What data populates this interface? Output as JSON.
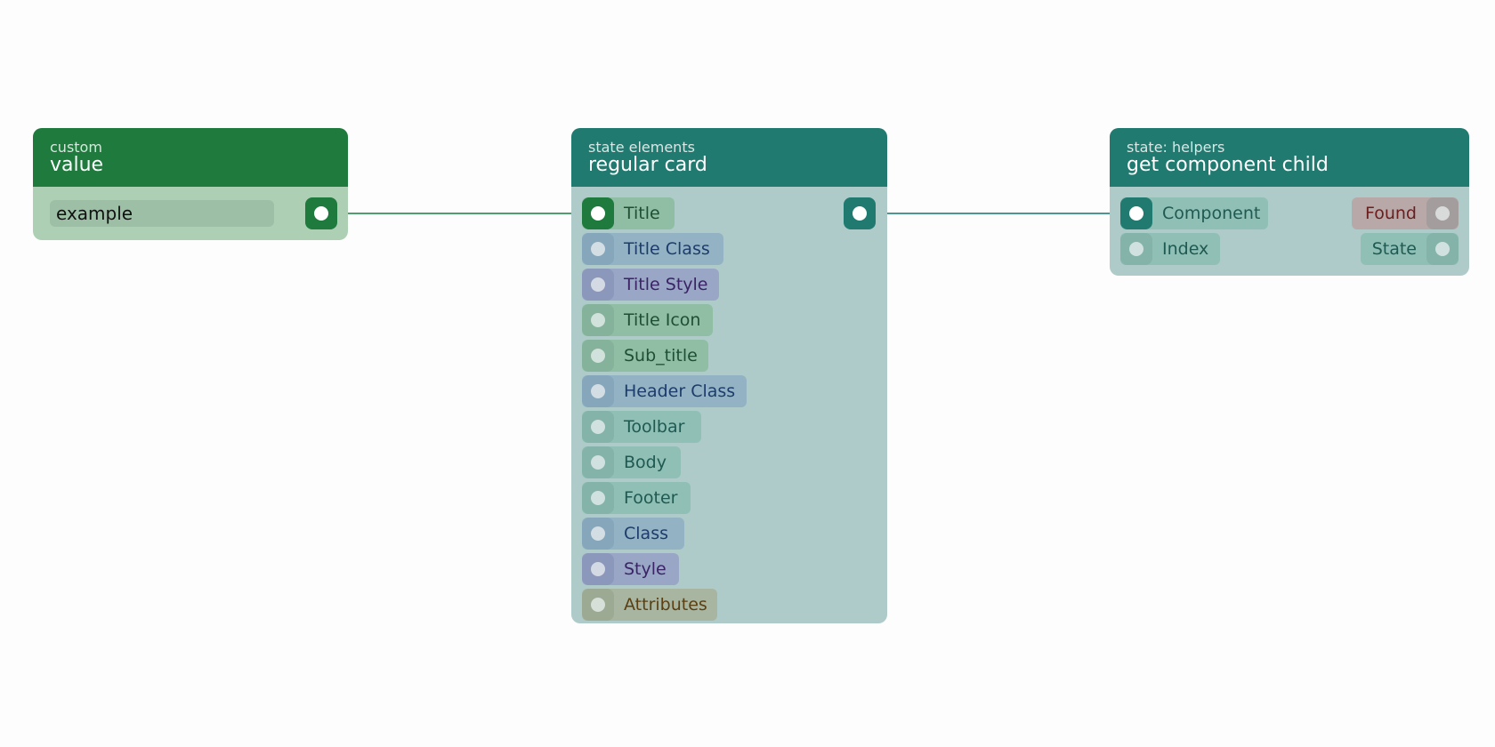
{
  "colors": {
    "value_header": "#1e7a3d",
    "value_body": "#add0b5",
    "teal_header": "#217a70",
    "teal_body": "#aecbc9",
    "wire_green": "#4f9e6e",
    "wire_teal": "#4c978f"
  },
  "nodes": {
    "value": {
      "category": "custom",
      "title": "value",
      "field_value": "example"
    },
    "card": {
      "category": "state elements",
      "title": "regular card",
      "inputs": [
        {
          "label": "Title",
          "connected": true,
          "pill": "#8fbea5",
          "wrap": "#1e7a3d",
          "text": "#1f4f33",
          "width": 104
        },
        {
          "label": "Title Class",
          "connected": false,
          "pill": "#93b3c4",
          "wrap": "#86a7bb",
          "text": "#1d3c6b",
          "width": 159
        },
        {
          "label": "Title Style",
          "connected": false,
          "pill": "#9aa6c6",
          "wrap": "#8c98bb",
          "text": "#3a2466",
          "width": 154
        },
        {
          "label": "Title Icon",
          "connected": false,
          "pill": "#8fbea5",
          "wrap": "#84b29a",
          "text": "#1f4f33",
          "width": 147
        },
        {
          "label": "Sub_title",
          "connected": false,
          "pill": "#8fbea5",
          "wrap": "#84b29a",
          "text": "#1f4f33",
          "width": 142
        },
        {
          "label": "Header Class",
          "connected": false,
          "pill": "#93b3c4",
          "wrap": "#86a7bb",
          "text": "#1d3c6b",
          "width": 185
        },
        {
          "label": "Toolbar",
          "connected": false,
          "pill": "#8fbfb5",
          "wrap": "#84b3aa",
          "text": "#1f5a52",
          "width": 134
        },
        {
          "label": "Body",
          "connected": false,
          "pill": "#8fbfb5",
          "wrap": "#84b3aa",
          "text": "#1f5a52",
          "width": 111
        },
        {
          "label": "Footer",
          "connected": false,
          "pill": "#8fbfb5",
          "wrap": "#84b3aa",
          "text": "#1f5a52",
          "width": 122
        },
        {
          "label": "Class",
          "connected": false,
          "pill": "#93b3c4",
          "wrap": "#86a7bb",
          "text": "#1d3c6b",
          "width": 115
        },
        {
          "label": "Style",
          "connected": false,
          "pill": "#9aa6c6",
          "wrap": "#8c98bb",
          "text": "#3a2466",
          "width": 109
        },
        {
          "label": "Attributes",
          "connected": false,
          "pill": "#a8b5a0",
          "wrap": "#9caa94",
          "text": "#5a3f12",
          "width": 152
        }
      ]
    },
    "helper": {
      "category": "state: helpers",
      "title": "get component child",
      "inputs": [
        {
          "label": "Component",
          "connected": true,
          "pill": "#8fbfb5",
          "wrap": "#217a70",
          "text": "#1f5a52",
          "width": 166
        },
        {
          "label": "Index",
          "connected": false,
          "pill": "#8fbfb5",
          "wrap": "#84b3aa",
          "text": "#1f5a52",
          "width": 112
        }
      ],
      "outputs": [
        {
          "label": "Found",
          "pill": "#b8a8a8",
          "wrap": "#a39d9d",
          "text": "#6a1e1e",
          "width": 120
        },
        {
          "label": "State",
          "pill": "#8fbfb5",
          "wrap": "#84b3aa",
          "text": "#1f5a52",
          "width": 110
        }
      ]
    }
  }
}
